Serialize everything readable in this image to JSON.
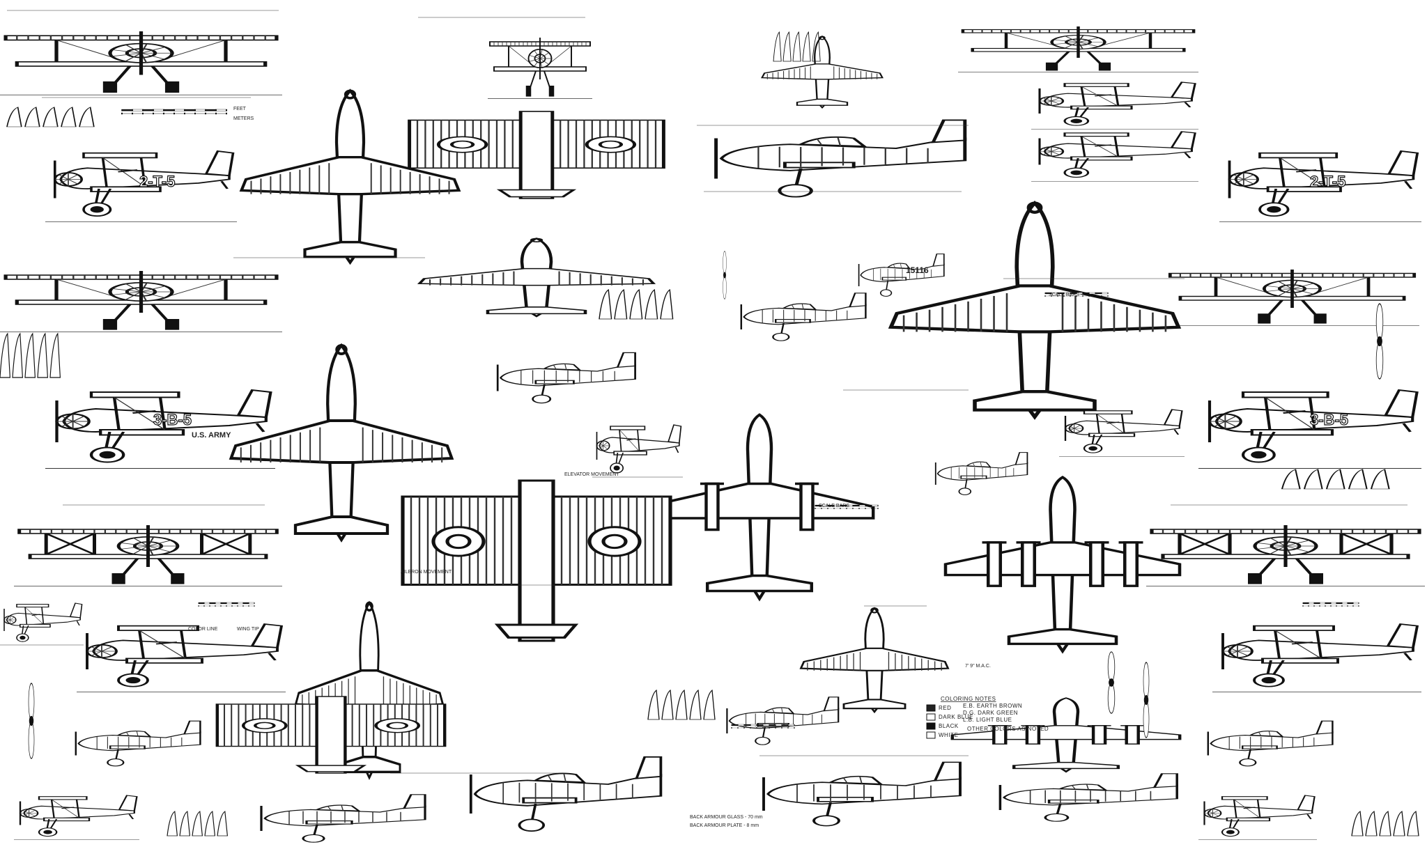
{
  "markings": {
    "side_a": "2-T-5",
    "side_b": "3-B-5",
    "army": "U.S. ARMY",
    "serial": "15116"
  },
  "scales": {
    "feet": "FEET",
    "meters": "METERS",
    "scale_bars": "SCALE BARS"
  },
  "notes": {
    "mac": "7' 9\" M.A.C.",
    "aileron": "AILERON MOVEMENT",
    "elevator": "ELEVATOR MOVEMENT",
    "wing_tip": "WING TIP",
    "color_line": "COLOR LINE"
  },
  "coloring_notes": {
    "title": "COLORING NOTES",
    "swatches": [
      {
        "label": "RED",
        "color": "#222222"
      },
      {
        "label": "DARK BLUE",
        "color": "#ffffff"
      },
      {
        "label": "BLACK",
        "color": "#111111"
      },
      {
        "label": "WHITE",
        "color": "#ffffff"
      }
    ],
    "abbrev": [
      "E.B.  EARTH BROWN",
      "D.G.  DARK GREEN",
      "L.B.  LIGHT BLUE"
    ],
    "other": "OTHER COLORS AS NOTED"
  },
  "armor": [
    "BACK ARMOUR GLASS - 70 mm",
    "BACK ARMOUR PLATE - 8 mm"
  ]
}
